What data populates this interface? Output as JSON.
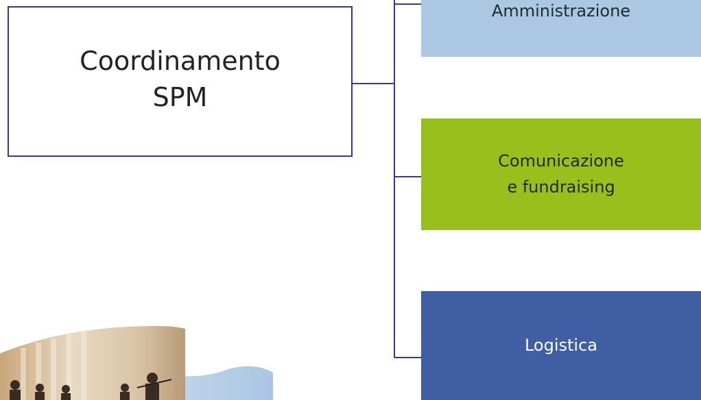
{
  "root": {
    "lines": [
      "Coordinamento",
      "SPM"
    ]
  },
  "children": [
    {
      "label": "Amministrazione",
      "color": "#abc7e2"
    },
    {
      "label": "Comunicazione\ne fundraising",
      "color": "#99bf1d"
    },
    {
      "label": "Logistica",
      "color": "#405ea4"
    }
  ],
  "connector_color": "#2e3a9e"
}
